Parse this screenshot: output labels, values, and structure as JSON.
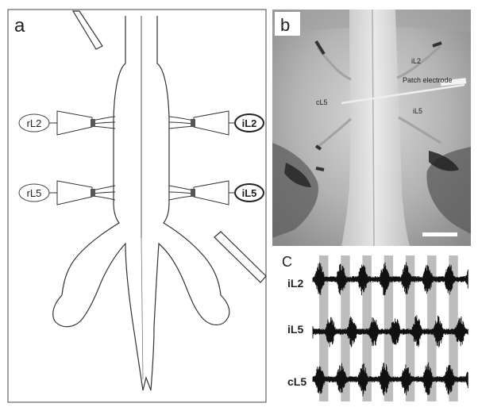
{
  "panel_a": {
    "label": "a",
    "nerve_left_top": "rL2",
    "nerve_left_bottom": "rL5",
    "nerve_right_top": "iL2",
    "nerve_right_bottom": "iL5"
  },
  "panel_b": {
    "label": "b",
    "annotations": {
      "il2": "iL2",
      "patch_electrode": "Patch electrode",
      "cl5": "cL5",
      "il5": "iL5"
    }
  },
  "panel_c": {
    "label": "C",
    "traces": [
      {
        "name": "iL2",
        "bursts": 7
      },
      {
        "name": "iL5",
        "bursts": 7
      },
      {
        "name": "cL5",
        "bursts": 7
      }
    ]
  }
}
